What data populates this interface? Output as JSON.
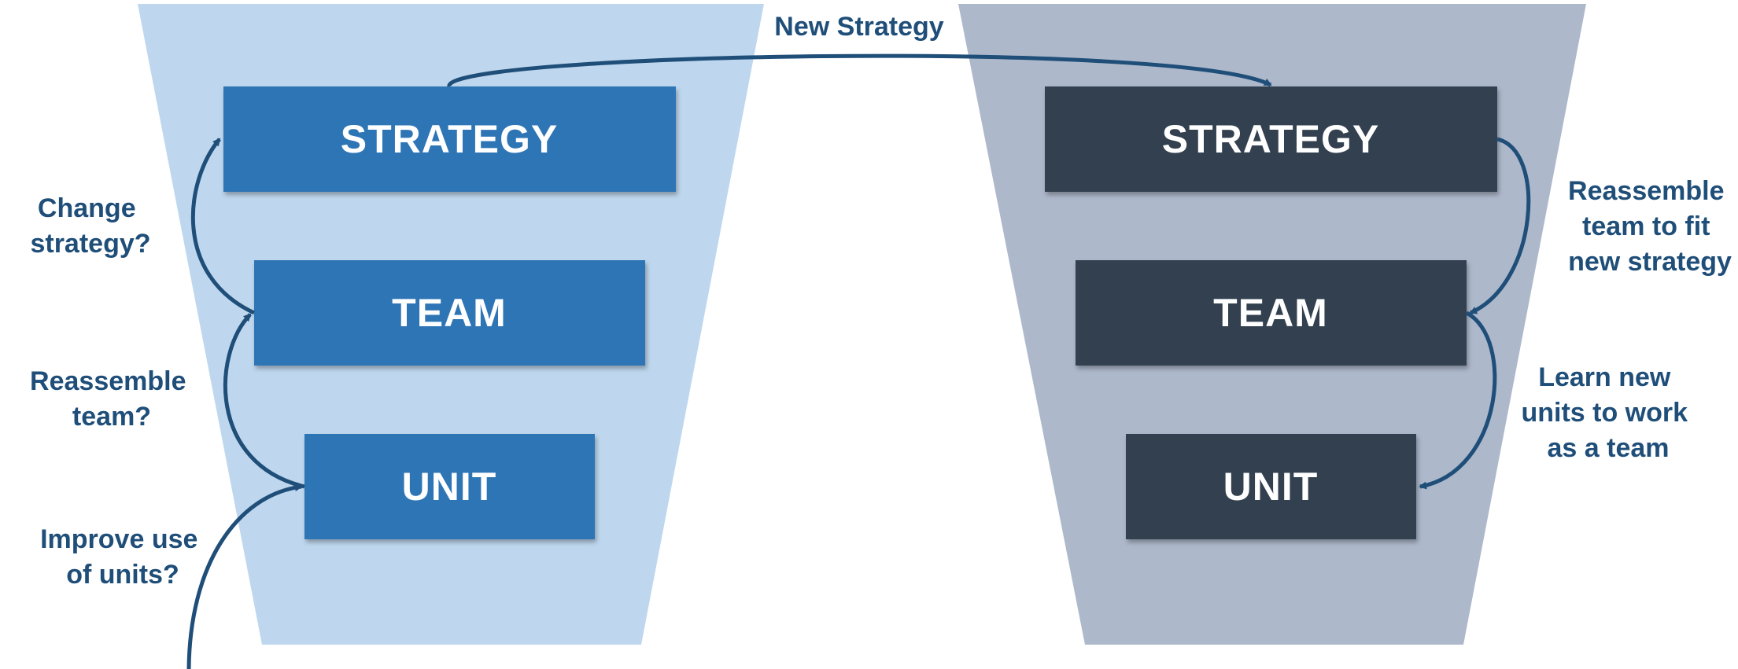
{
  "colors": {
    "left_funnel": "#bed7ee",
    "right_funnel": "#adb8cb",
    "left_box": "#2e75b6",
    "right_box": "#333f50",
    "box_text": "#ffffff",
    "arrow": "#1f4e79",
    "note_text": "#1f4e79"
  },
  "arrow_label": "New Strategy",
  "left": {
    "strategy": "STRATEGY",
    "team": "TEAM",
    "unit": "UNIT",
    "notes": {
      "change_strategy": [
        "Change",
        "strategy?"
      ],
      "reassemble_team": [
        "Reassemble",
        "team?"
      ],
      "improve_units": [
        "Improve use",
        "of units?"
      ]
    }
  },
  "right": {
    "strategy": "STRATEGY",
    "team": "TEAM",
    "unit": "UNIT",
    "notes": {
      "reassemble_fit": [
        "Reassemble",
        "team to fit",
        "new strategy"
      ],
      "learn_units": [
        "Learn new",
        "units to work",
        "as a team"
      ]
    }
  }
}
